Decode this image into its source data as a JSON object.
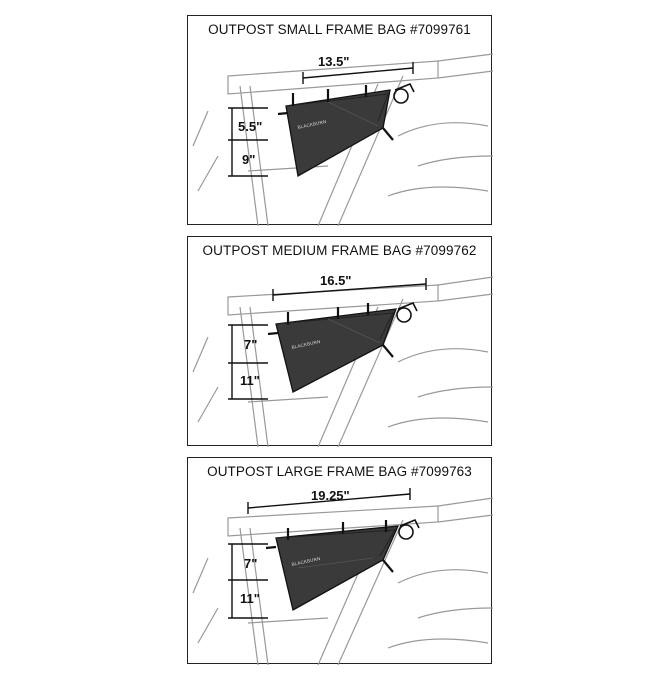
{
  "panels": [
    {
      "title": "OUTPOST SMALL FRAME BAG #7099761",
      "length": "13.5\"",
      "upper_height": "5.5\"",
      "lower_height": "9\"",
      "brand_logo": "BLACKBURN"
    },
    {
      "title": "OUTPOST MEDIUM FRAME BAG #7099762",
      "length": "16.5\"",
      "upper_height": "7\"",
      "lower_height": "11\"",
      "brand_logo": "BLACKBURN"
    },
    {
      "title": "OUTPOST LARGE FRAME BAG #7099763",
      "length": "19.25\"",
      "upper_height": "7\"",
      "lower_height": "11\"",
      "brand_logo": "BLACKBURN"
    }
  ]
}
